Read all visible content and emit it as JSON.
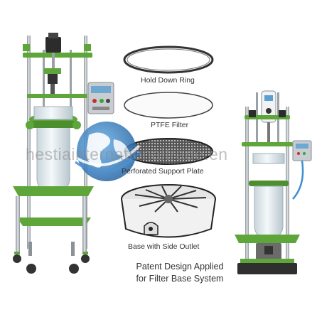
{
  "labels": {
    "hold_down_ring": "Hold Down Ring",
    "ptfe_filter": "PTFE Filter",
    "perforated_plate": "Perforated Support Plate",
    "base_outlet": "Base with Side Outlet"
  },
  "patent": {
    "line1": "Patent Design Applied",
    "line2": "for Filter Base System"
  },
  "watermark": "hestiainternationaltrade.en",
  "colors": {
    "frame_green": "#5fa63a",
    "steel": "#a7adb3",
    "glass": "#d9e3e8",
    "globe_blue": "#1f6fb8"
  },
  "icons": [
    "globe-logo",
    "reactor-frame",
    "control-box"
  ]
}
